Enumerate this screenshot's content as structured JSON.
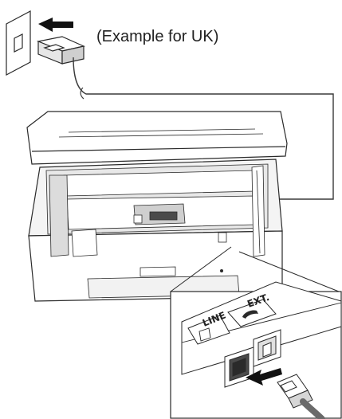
{
  "caption": "(Example for UK)",
  "ports": {
    "ext": "EXT.",
    "line": "LINE"
  },
  "colors": {
    "stroke": "#2a2a2a",
    "fill": "#ffffff",
    "shade": "#d9d9d9",
    "dark": "#4a4a4a"
  },
  "icons": {
    "telephone": "telephone-icon",
    "wall_socket": "wall-socket-icon",
    "modular_jack": "modular-jack-icon"
  }
}
